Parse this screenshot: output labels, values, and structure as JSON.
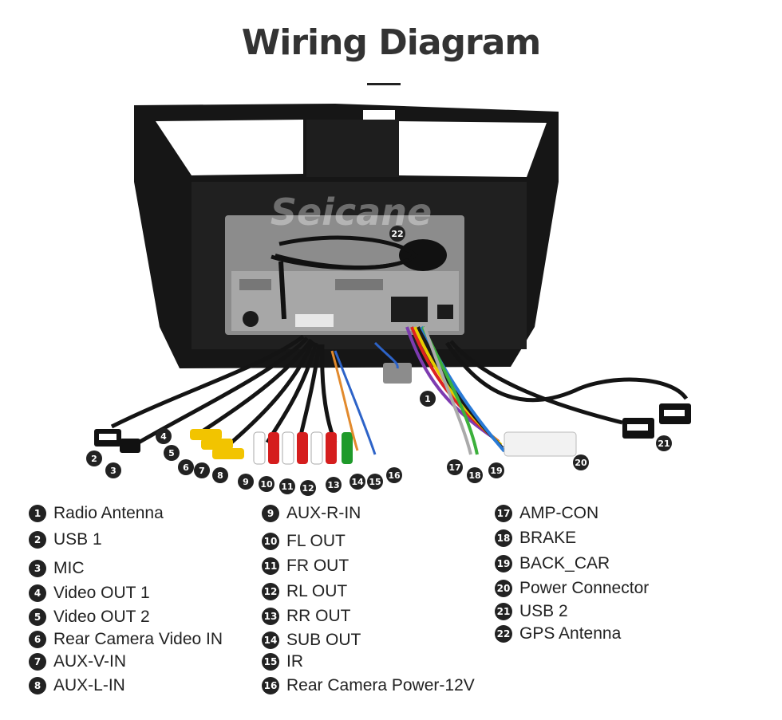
{
  "title": "Wiring Diagram",
  "watermark": "Seicane",
  "colors": {
    "badge": "#222222",
    "text": "#222222",
    "panel": "#151515",
    "radio": "#9a9a9a"
  },
  "callouts": [
    "1",
    "2",
    "3",
    "4",
    "5",
    "6",
    "7",
    "8",
    "9",
    "10",
    "11",
    "12",
    "13",
    "14",
    "15",
    "16",
    "17",
    "18",
    "19",
    "20",
    "21",
    "22"
  ],
  "legend": {
    "col1": [
      {
        "num": "1",
        "text": "Radio Antenna"
      },
      {
        "num": "2",
        "text": "USB 1"
      },
      {
        "num": "3",
        "text": "MIC"
      },
      {
        "num": "4",
        "text": "Video OUT 1"
      },
      {
        "num": "5",
        "text": "Video OUT 2"
      },
      {
        "num": "6",
        "text": "Rear Camera Video IN"
      },
      {
        "num": "7",
        "text": "AUX-V-IN"
      },
      {
        "num": "8",
        "text": "AUX-L-IN"
      }
    ],
    "col2": [
      {
        "num": "9",
        "text": "AUX-R-IN"
      },
      {
        "num": "10",
        "text": "FL OUT"
      },
      {
        "num": "11",
        "text": "FR OUT"
      },
      {
        "num": "12",
        "text": "RL OUT"
      },
      {
        "num": "13",
        "text": "RR OUT"
      },
      {
        "num": "14",
        "text": "SUB OUT"
      },
      {
        "num": "15",
        "text": "IR"
      },
      {
        "num": "16",
        "text": "Rear Camera Power-12V"
      }
    ],
    "col3": [
      {
        "num": "17",
        "text": "AMP-CON"
      },
      {
        "num": "18",
        "text": "BRAKE"
      },
      {
        "num": "19",
        "text": "BACK_CAR"
      },
      {
        "num": "20",
        "text": "Power Connector"
      },
      {
        "num": "21",
        "text": "USB 2"
      },
      {
        "num": "22",
        "text": "GPS Antenna"
      }
    ]
  }
}
